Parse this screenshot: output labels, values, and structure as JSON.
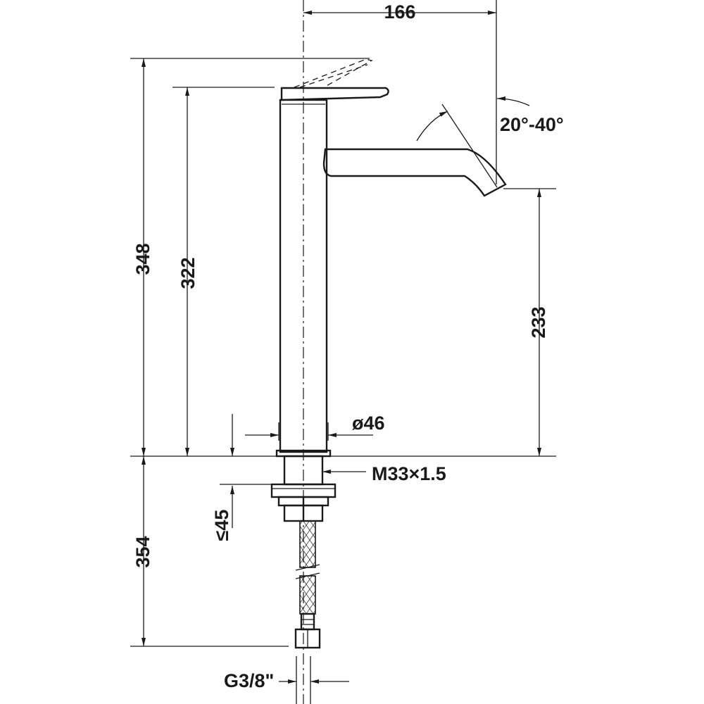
{
  "dimensions": {
    "width_top": "166",
    "total_height": "348",
    "body_height": "322",
    "spout_height": "233",
    "below_counter": "354",
    "swivel_angle": "20°-40°",
    "diameter": "ø46",
    "thread": "M33×1.5",
    "counter_thickness": "≤45",
    "connection": "G3/8\""
  },
  "colors": {
    "line": "#1a1a1a",
    "background": "#ffffff"
  }
}
